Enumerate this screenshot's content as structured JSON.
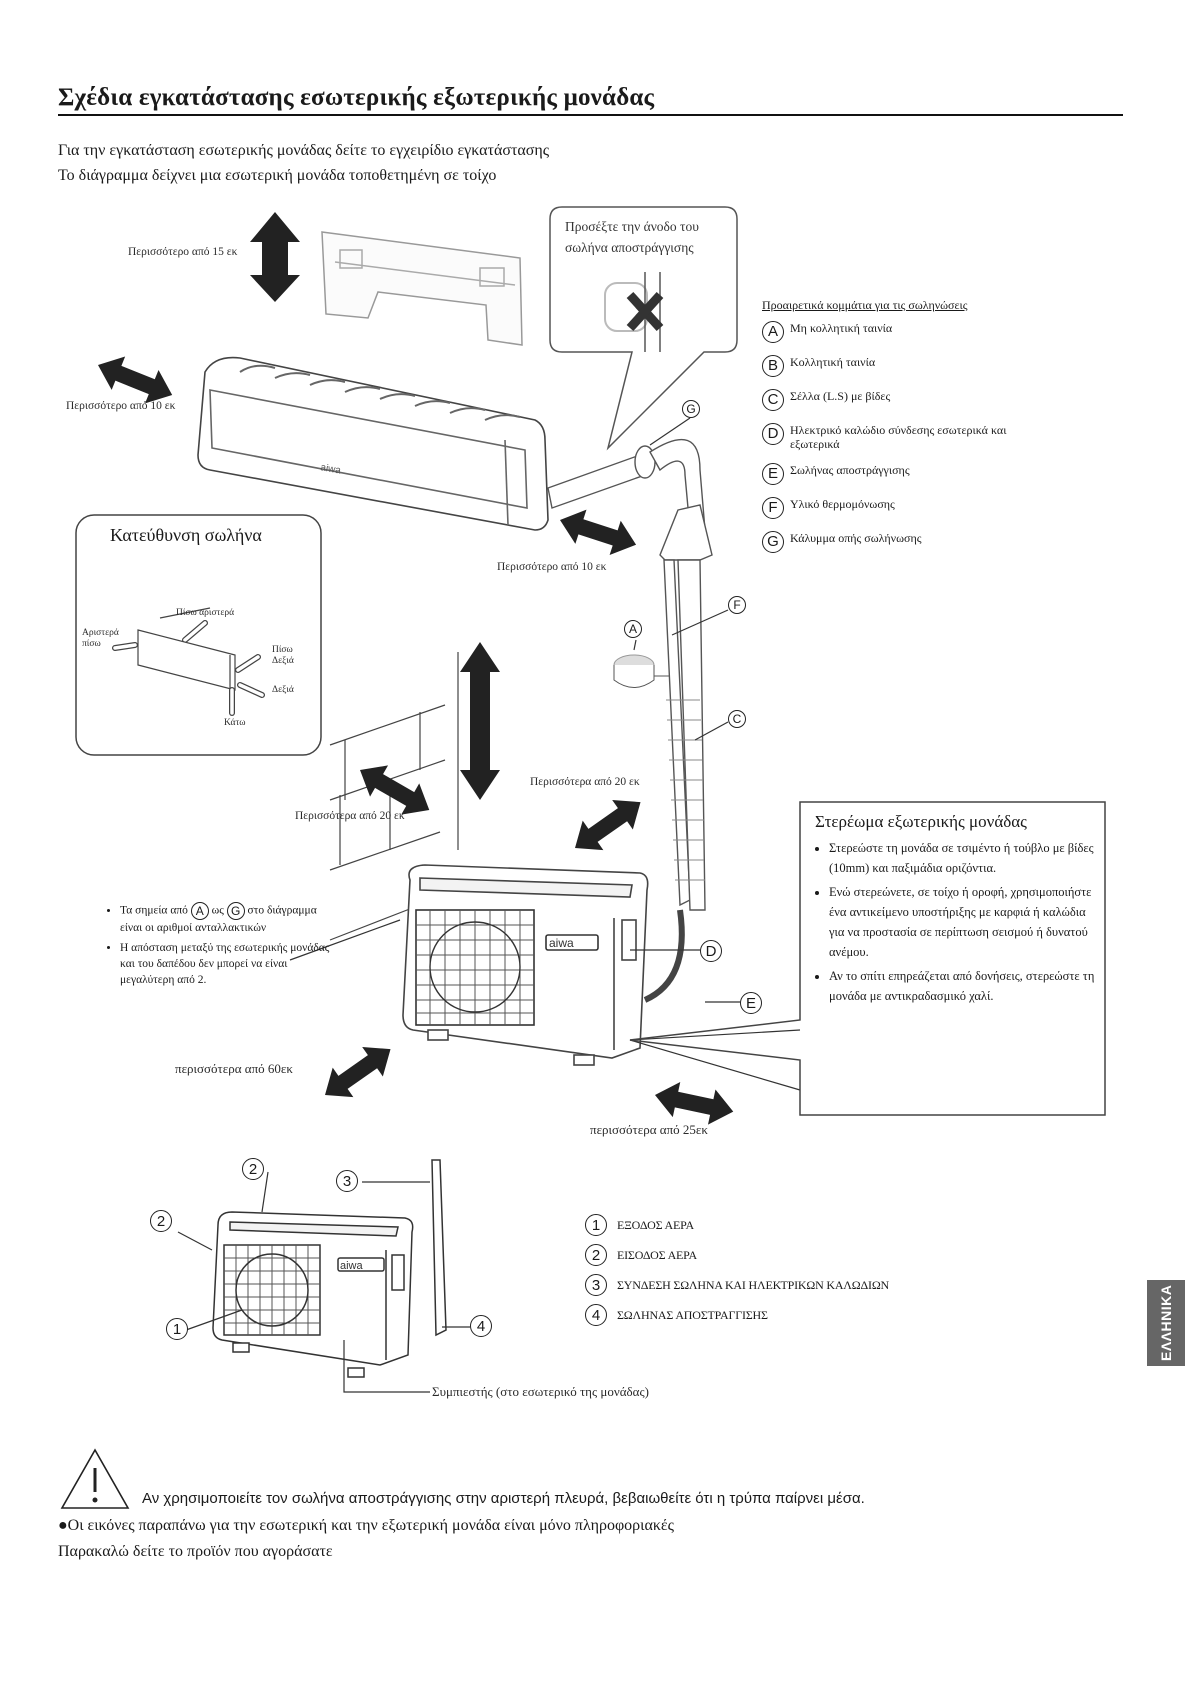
{
  "page": {
    "title": "Σχέδια εγκατάστασης εσωτερικής εξωτερικής μονάδας",
    "intro_lines": [
      "Για την εγκατάσταση εσωτερικής μονάδας  δείτε το εγχειρίδιο εγκατάστασης",
      " Το διάγραμμα δείχνει μια εσωτερική μονάδα τοποθετημένη σε τοίχο"
    ],
    "language_tab": "ΕΛΛΗΝΙΚΑ"
  },
  "clearances": {
    "top": "Περισσότερο από 15 εκ",
    "left": "Περισσότερο από 10 εκ",
    "right_indoor": "Περισσότερο από 10 εκ",
    "wall_side": "Περισσότερα από 20 εκ",
    "outdoor_rear": "Περισσότερα από 20 εκ",
    "front": "περισσότερα από 60εκ",
    "outdoor_side": "περισσότερα από 25εκ"
  },
  "drain_callout": {
    "text_lines": [
      "Προσέξτε την άνοδο του",
      "σωλήνα αποστράγγισης"
    ],
    "icon": "cross-icon"
  },
  "brand": "aiwa",
  "parts_legend": {
    "title": "Προαιρετικά κομμάτια για τις σωληνώσεις",
    "items": [
      {
        "key": "A",
        "label": "Μη κολλητική ταινία"
      },
      {
        "key": "B",
        "label": "Κολλητική ταινία"
      },
      {
        "key": "C",
        "label": "Σέλλα (L.S) με βίδες"
      },
      {
        "key": "D",
        "label": "Ηλεκτρικό καλώδιο σύνδεσης εσωτερικά και εξωτερικά"
      },
      {
        "key": "E",
        "label": "Σωλήνας αποστράγγισης"
      },
      {
        "key": "F",
        "label": "Υλικό θερμομόνωσης"
      },
      {
        "key": "G",
        "label": "Κάλυμμα οπής σωλήνωσης"
      }
    ]
  },
  "pipe_direction": {
    "title": "Κατεύθυνση σωλήνα",
    "labels": {
      "back_left": "Πίσω αριστερά",
      "left_back": "Αριστερά πίσω",
      "back_right": "Πίσω Δεξιά",
      "right": "Δεξιά",
      "down": "Κάτω"
    }
  },
  "mount_box": {
    "title": "Στερέωμα εξωτερικής μονάδας",
    "bullets": [
      "Στερεώστε τη μονάδα σε τσιμέντο ή τούβλο με βίδες (10mm) και παξιμάδια οριζόντια.",
      "Ενώ στερεώνετε, σε τοίχο ή οροφή, χρησιμοποιήστε ένα αντικείμενο υποστήριξης με καρφιά ή καλώδια για να προστασία σε περίπτωση σεισμού ή δυνατού ανέμου.",
      "Αν το σπίτι επηρεάζεται από δονήσεις, στερεώστε τη μονάδα με αντικραδασμικό χαλί."
    ]
  },
  "left_notes": {
    "note1_pre": "Τα σημεία από",
    "note1_a": "A",
    "note1_mid": "ως",
    "note1_g": "G",
    "note1_post": "στο διάγραμμα είναι οι αριθμοί ανταλλακτικών",
    "note2": "Η απόσταση μεταξύ της εσωτερικής μονάδας και του δαπέδου δεν μπορεί να είναι μεγαλύτερη από 2."
  },
  "diagram_callouts": [
    "A",
    "C",
    "D",
    "E",
    "F",
    "G"
  ],
  "outdoor_legend": {
    "items": [
      {
        "num": "1",
        "label": "ΕΞΟΔΟΣ ΑΕΡΑ"
      },
      {
        "num": "2",
        "label": "ΕΙΣΟΔΟΣ ΑΕΡΑ"
      },
      {
        "num": "3",
        "label": "ΣΥΝΔΕΣΗ ΣΩΛΗΝΑ ΚΑΙ ΗΛΕΚΤΡΙΚΩΝ ΚΑΛΩΔΙΩΝ"
      },
      {
        "num": "4",
        "label": "ΣΩΛΗΝΑΣ ΑΠΟΣΤΡΑΓΓΙΣΗΣ"
      }
    ],
    "compressor": "Συμπιεστής (στο εσωτερικό της μονάδας)"
  },
  "footer": {
    "warning": "Αν χρησιμοποιείτε τον σωλήνα αποστράγγισης στην αριστερή πλευρά, βεβαιωθείτε ότι η τρύπα παίρνει μέσα.",
    "note": "●Οι εικόνες παραπάνω για την εσωτερική και την εξωτερική μονάδα είναι μόνο πληροφοριακές",
    "see_product": "Παρακαλώ δείτε το προϊόν που αγοράσατε"
  }
}
